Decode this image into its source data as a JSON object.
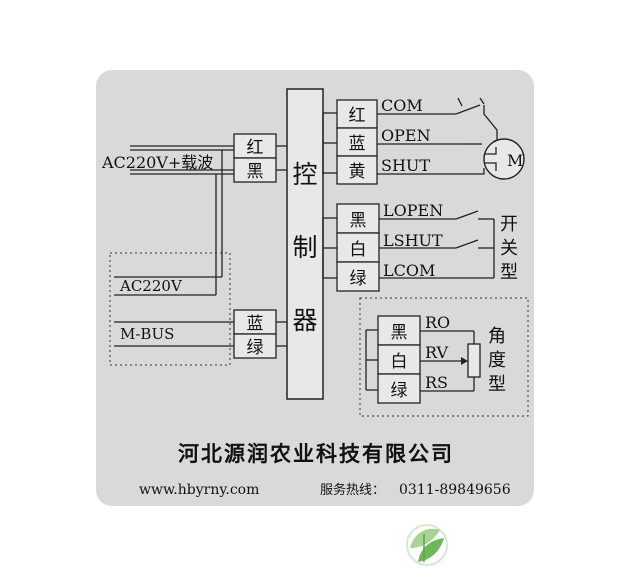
{
  "colors": {
    "panel": "#d9d9d9",
    "line": "#222222",
    "box_fill": "#e8e8e8",
    "logo_green": "#7fbf6a"
  },
  "power": {
    "input_label": "AC220V+载波",
    "ac_label": "AC220V",
    "bus_label": "M-BUS",
    "red": "红",
    "black": "黑",
    "blue": "蓝",
    "green": "绿"
  },
  "controller": {
    "chars": [
      "控",
      "制",
      "器"
    ]
  },
  "valve": {
    "wires": [
      {
        "color": "红",
        "signal": "COM"
      },
      {
        "color": "蓝",
        "signal": "OPEN"
      },
      {
        "color": "黄",
        "signal": "SHUT"
      }
    ],
    "motor_label": "M"
  },
  "switch_type": {
    "wires": [
      {
        "color": "黑",
        "signal": "LOPEN"
      },
      {
        "color": "白",
        "signal": "LSHUT"
      },
      {
        "color": "绿",
        "signal": "LCOM"
      }
    ],
    "title": [
      "开",
      "关",
      "型"
    ]
  },
  "angle_type": {
    "wires": [
      {
        "color": "黑",
        "signal": "RO"
      },
      {
        "color": "白",
        "signal": "RV"
      },
      {
        "color": "绿",
        "signal": "RS"
      }
    ],
    "title": [
      "角",
      "度",
      "型"
    ]
  },
  "company": {
    "name": "河北源润农业科技有限公司",
    "website": "www.hbyrny.com",
    "hotline_label": "服务热线：",
    "hotline": "0311-89849656"
  }
}
